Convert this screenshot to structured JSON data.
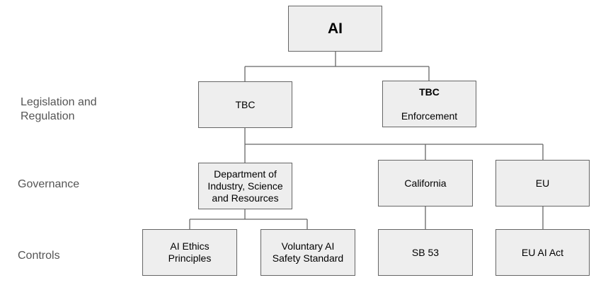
{
  "diagram": {
    "root": {
      "label": "AI"
    },
    "row_labels": {
      "legislation": "Legislation and Regulation",
      "governance": "Governance",
      "controls": "Controls"
    },
    "legislation": [
      {
        "label": "TBC"
      },
      {
        "title": "TBC",
        "subtitle": "Enforcement"
      }
    ],
    "governance": [
      {
        "label": "Department of Industry, Science and Resources"
      },
      {
        "label": "California"
      },
      {
        "label": "EU"
      }
    ],
    "controls": [
      {
        "label": "AI Ethics Principles"
      },
      {
        "label": "Voluntary AI Safety Standard"
      },
      {
        "label": "SB 53"
      },
      {
        "label": "EU AI Act"
      }
    ],
    "colors": {
      "node_fill": "#eeeeee",
      "node_border": "#666666",
      "connector": "#666666",
      "row_label_text": "#555555"
    }
  }
}
